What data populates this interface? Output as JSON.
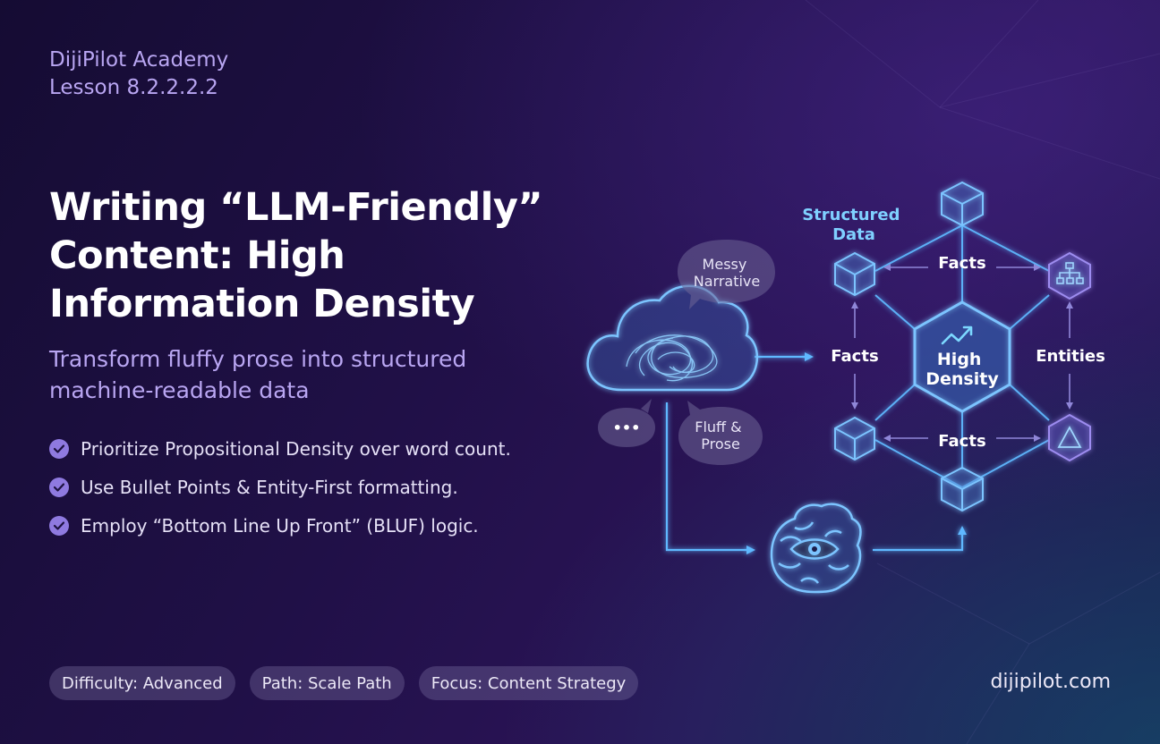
{
  "header": {
    "brand": "DijiPilot Academy",
    "lesson": "Lesson 8.2.2.2.2"
  },
  "title_lines": [
    "Writing “LLM-Friendly”",
    "Content: High",
    "Information Density"
  ],
  "subtitle_lines": [
    "Transform fluffy prose into structured",
    "machine-readable data"
  ],
  "bullets": [
    "Prioritize Propositional Density over word count.",
    "Use Bullet Points & Entity-First formatting.",
    "Employ “Bottom Line Up Front” (BLUF) logic."
  ],
  "tags": [
    "Difficulty: Advanced",
    "Path: Scale Path",
    "Focus: Content Strategy"
  ],
  "site": "dijipilot.com",
  "diagram": {
    "bubble_messy": [
      "Messy",
      "Narrative"
    ],
    "bubble_dots": "•••",
    "bubble_fluff": [
      "Fluff &",
      "Prose"
    ],
    "structured_label": [
      "Structured",
      "Data"
    ],
    "facts_top": "Facts",
    "facts_left": "Facts",
    "facts_bottom": "Facts",
    "entities": "Entities",
    "center": [
      "High",
      "Density"
    ]
  },
  "colors": {
    "accent": "#8f7ae0",
    "glow": "#5fb8ff",
    "cyan_text": "#7fd0ff"
  }
}
